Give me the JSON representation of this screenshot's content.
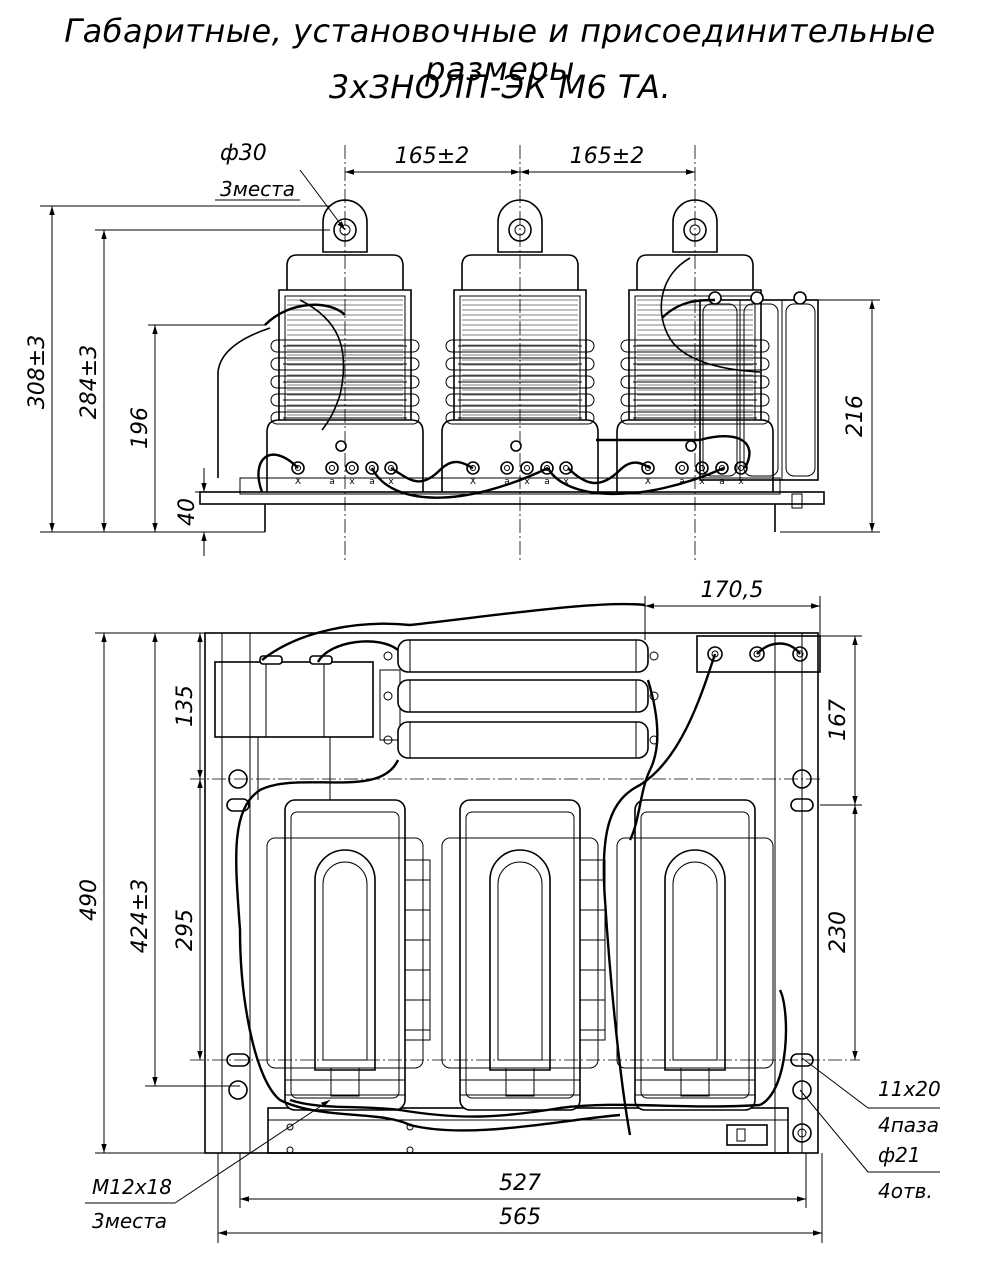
{
  "title": {
    "line1": "Габаритные, установочные и присоединительные размеры",
    "line2": "3хЗНОЛП-ЭК М6 ТА."
  },
  "front_view": {
    "dims": {
      "hole_diameter": "ф30",
      "hole_count": "3места",
      "spacing_1": "165±2",
      "spacing_2": "165±2",
      "height_total": "308±3",
      "height_eye": "284±3",
      "height_body": "196",
      "height_base": "40",
      "height_right": "216"
    },
    "terminals": [
      "Х",
      "а",
      "х",
      "а",
      "х"
    ]
  },
  "top_view": {
    "dims": {
      "offset_right": "170,5",
      "depth_top": "135",
      "depth_total": "490",
      "depth_inner": "424±3",
      "depth_mid": "295",
      "right_upper": "167",
      "right_lower": "230",
      "width_inner": "527",
      "width_total": "565"
    },
    "notes": {
      "slot_size": "11х20",
      "slot_count": "4паза",
      "hole_diameter": "ф21",
      "hole_count": "4отв.",
      "thread": "М12х18",
      "thread_count": "3места"
    }
  }
}
